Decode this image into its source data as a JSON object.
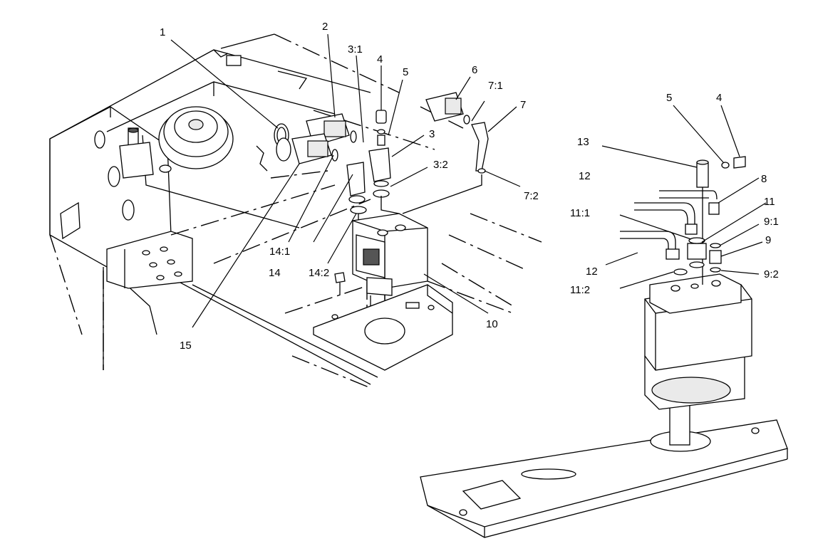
{
  "callouts": [
    {
      "id": "c1",
      "label": "1"
    },
    {
      "id": "c2",
      "label": "2"
    },
    {
      "id": "c31",
      "label": "3:1"
    },
    {
      "id": "c4a",
      "label": "4"
    },
    {
      "id": "c5a",
      "label": "5"
    },
    {
      "id": "c6",
      "label": "6"
    },
    {
      "id": "c71",
      "label": "7:1"
    },
    {
      "id": "c7",
      "label": "7"
    },
    {
      "id": "c3",
      "label": "3"
    },
    {
      "id": "c32",
      "label": "3:2"
    },
    {
      "id": "c72",
      "label": "7:2"
    },
    {
      "id": "c141",
      "label": "14:1"
    },
    {
      "id": "c14",
      "label": "14"
    },
    {
      "id": "c142",
      "label": "14:2"
    },
    {
      "id": "c15",
      "label": "15"
    },
    {
      "id": "c10",
      "label": "10"
    },
    {
      "id": "c5b",
      "label": "5"
    },
    {
      "id": "c4b",
      "label": "4"
    },
    {
      "id": "c13",
      "label": "13"
    },
    {
      "id": "c8",
      "label": "8"
    },
    {
      "id": "c12a",
      "label": "12"
    },
    {
      "id": "c11",
      "label": "11"
    },
    {
      "id": "c111",
      "label": "11:1"
    },
    {
      "id": "c91",
      "label": "9:1"
    },
    {
      "id": "c9",
      "label": "9"
    },
    {
      "id": "c12b",
      "label": "12"
    },
    {
      "id": "c92",
      "label": "9:2"
    },
    {
      "id": "c112",
      "label": "11:2"
    }
  ]
}
